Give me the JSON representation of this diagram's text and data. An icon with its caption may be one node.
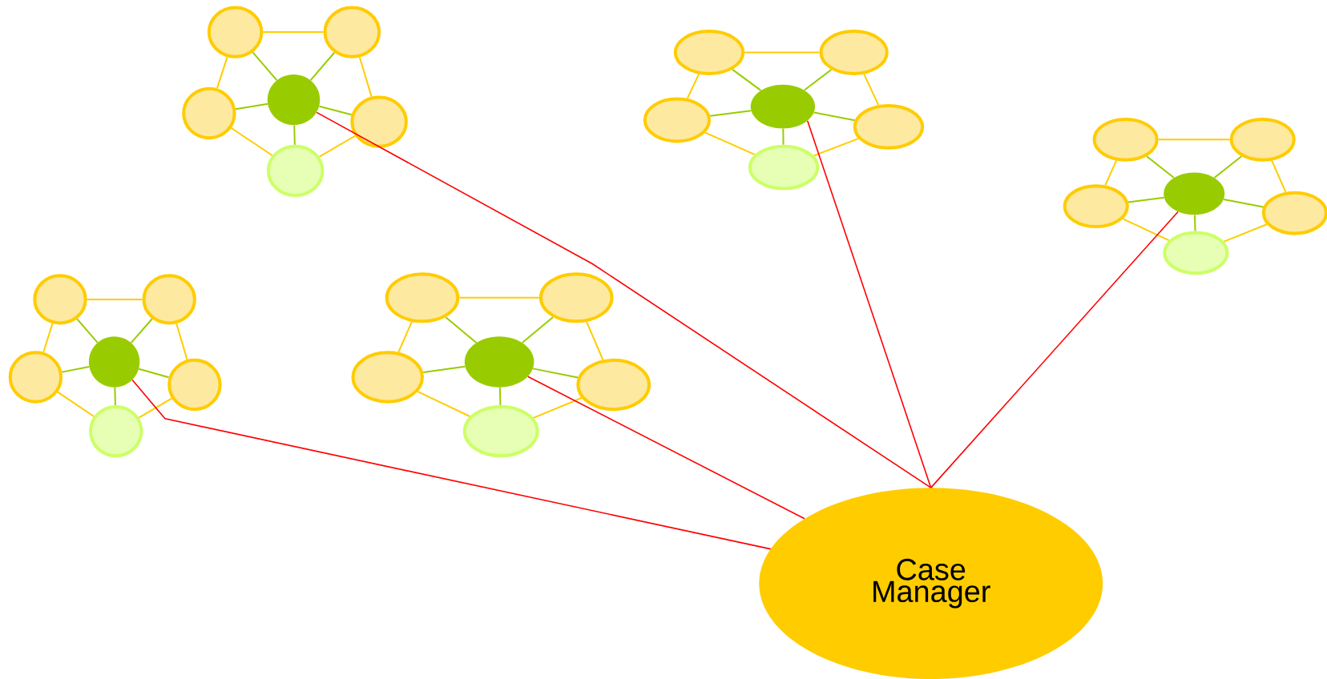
{
  "diagram": {
    "nodes": [
      {
        "text": [],
        "shape": "ellipse"
      },
      {
        "text": [],
        "shape": "ellipse"
      },
      {
        "text": [],
        "shape": "ellipse"
      },
      {
        "text": [],
        "shape": "ellipse"
      },
      {
        "text": [],
        "shape": "ellipse"
      },
      {
        "text": [],
        "shape": "ellipse"
      },
      {
        "text": [],
        "shape": "ellipse"
      },
      {
        "text": [],
        "shape": "ellipse"
      },
      {
        "text": [],
        "shape": "ellipse"
      },
      {
        "text": [],
        "shape": "ellipse"
      },
      {
        "text": [],
        "shape": "ellipse"
      },
      {
        "text": [],
        "shape": "ellipse"
      },
      {
        "text": [],
        "shape": "ellipse"
      },
      {
        "text": [],
        "shape": "ellipse"
      },
      {
        "text": [],
        "shape": "ellipse"
      },
      {
        "text": [],
        "shape": "ellipse"
      },
      {
        "text": [],
        "shape": "ellipse"
      },
      {
        "text": [],
        "shape": "ellipse"
      },
      {
        "text": [],
        "shape": "ellipse"
      },
      {
        "text": [],
        "shape": "ellipse"
      },
      {
        "text": [],
        "shape": "ellipse"
      },
      {
        "text": [],
        "shape": "ellipse"
      },
      {
        "text": [],
        "shape": "ellipse"
      },
      {
        "text": [],
        "shape": "ellipse"
      },
      {
        "text": [],
        "shape": "ellipse"
      },
      {
        "text": [],
        "shape": "ellipse"
      },
      {
        "text": [],
        "shape": "ellipse"
      },
      {
        "text": [],
        "shape": "ellipse"
      },
      {
        "text": [],
        "shape": "ellipse"
      },
      {
        "text": [],
        "shape": "ellipse"
      },
      {
        "text": [
          "Case Manager"
        ]
      }
    ],
    "edges": [
      {
        "from": 0,
        "to": 1,
        "arrow": "none",
        "color": "#ffcc00"
      },
      {
        "from": 1,
        "to": 4,
        "arrow": "none",
        "color": "#ffcc00"
      },
      {
        "from": 4,
        "to": 5,
        "arrow": "none",
        "color": "#ffcc00"
      },
      {
        "from": 5,
        "to": 2,
        "arrow": "none",
        "color": "#ffcc00"
      },
      {
        "from": 2,
        "to": 0,
        "arrow": "none",
        "color": "#ffcc00"
      },
      {
        "from": 3,
        "to": 0,
        "arrow": "none",
        "color": "#99cc00"
      },
      {
        "from": 3,
        "to": 1,
        "arrow": "none",
        "color": "#99cc00"
      },
      {
        "from": 3,
        "to": 2,
        "arrow": "none",
        "color": "#99cc00"
      },
      {
        "from": 3,
        "to": 4,
        "arrow": "none",
        "color": "#99cc00"
      },
      {
        "from": 3,
        "to": 5,
        "arrow": "none",
        "color": "#99cc00"
      },
      {
        "from": 3,
        "to": 30,
        "arrow": "none",
        "color": "#ff0000"
      },
      {
        "from": 6,
        "to": 7,
        "arrow": "none",
        "color": "#ffcc00"
      },
      {
        "from": 7,
        "to": 10,
        "arrow": "none",
        "color": "#ffcc00"
      },
      {
        "from": 10,
        "to": 11,
        "arrow": "none",
        "color": "#ffcc00"
      },
      {
        "from": 11,
        "to": 8,
        "arrow": "none",
        "color": "#ffcc00"
      },
      {
        "from": 8,
        "to": 6,
        "arrow": "none",
        "color": "#ffcc00"
      },
      {
        "from": 9,
        "to": 6,
        "arrow": "none",
        "color": "#99cc00"
      },
      {
        "from": 9,
        "to": 7,
        "arrow": "none",
        "color": "#99cc00"
      },
      {
        "from": 9,
        "to": 8,
        "arrow": "none",
        "color": "#99cc00"
      },
      {
        "from": 9,
        "to": 10,
        "arrow": "none",
        "color": "#99cc00"
      },
      {
        "from": 9,
        "to": 11,
        "arrow": "none",
        "color": "#99cc00"
      },
      {
        "from": 9,
        "to": 30,
        "arrow": "none",
        "color": "#ff0000"
      },
      {
        "from": 12,
        "to": 13,
        "arrow": "none",
        "color": "#ffcc00"
      },
      {
        "from": 13,
        "to": 16,
        "arrow": "none",
        "color": "#ffcc00"
      },
      {
        "from": 16,
        "to": 17,
        "arrow": "none",
        "color": "#ffcc00"
      },
      {
        "from": 17,
        "to": 14,
        "arrow": "none",
        "color": "#ffcc00"
      },
      {
        "from": 14,
        "to": 12,
        "arrow": "none",
        "color": "#ffcc00"
      },
      {
        "from": 15,
        "to": 12,
        "arrow": "none",
        "color": "#99cc00"
      },
      {
        "from": 15,
        "to": 13,
        "arrow": "none",
        "color": "#99cc00"
      },
      {
        "from": 15,
        "to": 14,
        "arrow": "none",
        "color": "#99cc00"
      },
      {
        "from": 15,
        "to": 16,
        "arrow": "none",
        "color": "#99cc00"
      },
      {
        "from": 15,
        "to": 17,
        "arrow": "none",
        "color": "#99cc00"
      },
      {
        "from": 15,
        "to": 30,
        "arrow": "none",
        "color": "#ff0000"
      },
      {
        "from": 18,
        "to": 19,
        "arrow": "none",
        "color": "#ffcc00"
      },
      {
        "from": 19,
        "to": 22,
        "arrow": "none",
        "color": "#ffcc00"
      },
      {
        "from": 22,
        "to": 23,
        "arrow": "none",
        "color": "#ffcc00"
      },
      {
        "from": 23,
        "to": 20,
        "arrow": "none",
        "color": "#ffcc00"
      },
      {
        "from": 20,
        "to": 18,
        "arrow": "none",
        "color": "#ffcc00"
      },
      {
        "from": 21,
        "to": 18,
        "arrow": "none",
        "color": "#99cc00"
      },
      {
        "from": 21,
        "to": 19,
        "arrow": "none",
        "color": "#99cc00"
      },
      {
        "from": 21,
        "to": 20,
        "arrow": "none",
        "color": "#99cc00"
      },
      {
        "from": 21,
        "to": 22,
        "arrow": "none",
        "color": "#99cc00"
      },
      {
        "from": 21,
        "to": 23,
        "arrow": "none",
        "color": "#99cc00"
      },
      {
        "from": 21,
        "to": 30,
        "arrow": "none",
        "color": "#ff0000"
      },
      {
        "from": 24,
        "to": 25,
        "arrow": "none",
        "color": "#ffcc00"
      },
      {
        "from": 25,
        "to": 28,
        "arrow": "none",
        "color": "#ffcc00"
      },
      {
        "from": 28,
        "to": 29,
        "arrow": "none",
        "color": "#ffcc00"
      },
      {
        "from": 29,
        "to": 26,
        "arrow": "none",
        "color": "#ffcc00"
      },
      {
        "from": 26,
        "to": 24,
        "arrow": "none",
        "color": "#ffcc00"
      },
      {
        "from": 27,
        "to": 24,
        "arrow": "none",
        "color": "#99cc00"
      },
      {
        "from": 27,
        "to": 25,
        "arrow": "none",
        "color": "#99cc00"
      },
      {
        "from": 27,
        "to": 26,
        "arrow": "none",
        "color": "#99cc00"
      },
      {
        "from": 27,
        "to": 28,
        "arrow": "none",
        "color": "#99cc00"
      },
      {
        "from": 27,
        "to": 29,
        "arrow": "none",
        "color": "#99cc00"
      },
      {
        "from": 27,
        "to": 30,
        "arrow": "none",
        "color": "#ff0000"
      }
    ]
  }
}
